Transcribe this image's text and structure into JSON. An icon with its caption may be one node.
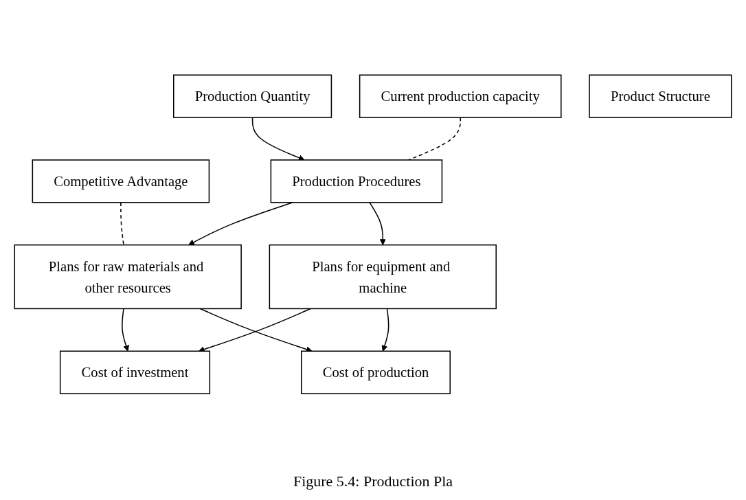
{
  "diagram": {
    "caption": "Figure 5.4: Production Pla",
    "nodes": [
      {
        "text": [
          "Current production capacity"
        ]
      },
      {
        "text": [
          "Competitive Advantage"
        ]
      },
      {
        "text": [
          "Production Quantity"
        ]
      },
      {
        "text": [
          "Product Structure"
        ]
      },
      {
        "text": [
          "Production Procedures"
        ]
      },
      {
        "text": [
          "Plans for raw materials and other resources"
        ]
      },
      {
        "text": [
          "Plans for equipment and machine"
        ]
      },
      {
        "text": [
          "Cost of investment"
        ]
      },
      {
        "text": [
          "Cost of production"
        ]
      }
    ],
    "edges": [
      {
        "from": 2,
        "to": 4,
        "arrow": "to"
      },
      {
        "from": 4,
        "to": 5,
        "arrow": "to"
      },
      {
        "from": 4,
        "to": 6,
        "arrow": "to"
      },
      {
        "from": 1,
        "to": 5,
        "arrow": "none",
        "style": "dashed"
      },
      {
        "from": 0,
        "to": 4,
        "arrow": "none",
        "style": "dashed"
      },
      {
        "from": 5,
        "to": 7,
        "arrow": "to"
      },
      {
        "from": 5,
        "to": 8,
        "arrow": "to"
      },
      {
        "from": 6,
        "to": 7,
        "arrow": "to"
      },
      {
        "from": 6,
        "to": 8,
        "arrow": "to"
      }
    ]
  }
}
